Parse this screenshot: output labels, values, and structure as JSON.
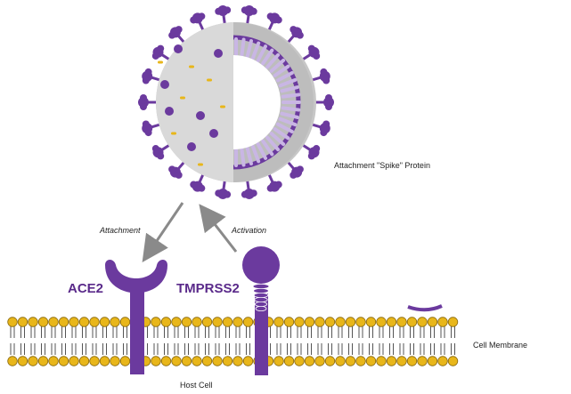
{
  "labels": {
    "spike": "Attachment \"Spike\" Protein",
    "attachment": "Attachment",
    "activation": "Activation",
    "ace2": "ACE2",
    "tmprss2": "TMPRSS2",
    "cell_membrane": "Cell Membrane",
    "host_cell": "Host Cell"
  },
  "colors": {
    "purple": "#6b3a9e",
    "light_purple": "#c9b6e4",
    "gray": "#bcbcbc",
    "lipid_head": "#e8b61a",
    "arrow": "#8a8a8a"
  }
}
